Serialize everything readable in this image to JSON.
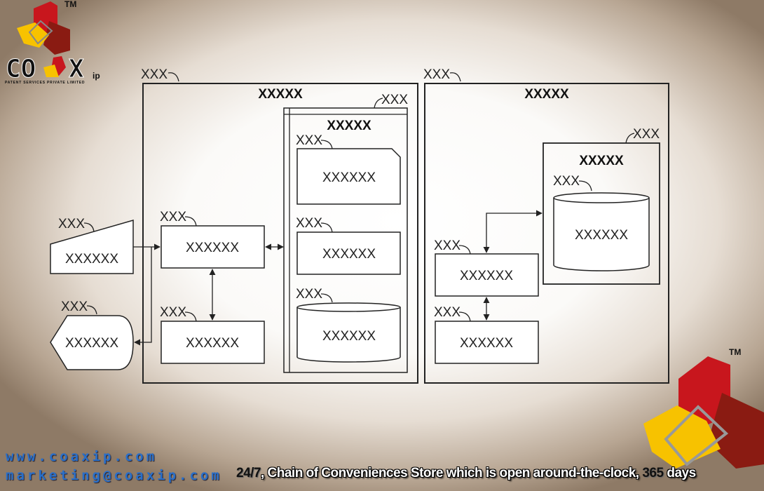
{
  "brand": {
    "logo_text": "COAXip",
    "tagline": "PATENT SERVICES PRIVATE LIMITED",
    "tm": "TM",
    "website": "www.coaxip.com",
    "email": "marketing@coaxip.com",
    "caption": {
      "part1": "24/7",
      "part2": ", Chain of  Conveniences Store which is open around-the-clock, ",
      "part3": "365",
      "part4": " days"
    },
    "colors": {
      "red": "#c8161d",
      "yellow": "#f7c200",
      "darkred": "#8a1b12",
      "link": "#2a6fc9"
    }
  },
  "diagram": {
    "left_system": {
      "ref": "XXX",
      "title": "XXXXX",
      "panel": {
        "ref": "XXX",
        "title": "XXXXX",
        "items": [
          {
            "ref": "XXX",
            "label": "XXXXXX",
            "shape": "document"
          },
          {
            "ref": "XXX",
            "label": "XXXXXX",
            "shape": "box"
          },
          {
            "ref": "XXX",
            "label": "XXXXXX",
            "shape": "cylinder"
          }
        ]
      },
      "box_top": {
        "ref": "XXX",
        "label": "XXXXXX"
      },
      "box_bottom": {
        "ref": "XXX",
        "label": "XXXXXX"
      }
    },
    "input": {
      "ref": "XXX",
      "label": "XXXXXX"
    },
    "display": {
      "ref": "XXX",
      "label": "XXXXXX"
    },
    "right_system": {
      "ref": "XXX",
      "title": "XXXXX",
      "inner": {
        "ref": "XXX",
        "title": "XXXXX",
        "db": {
          "ref": "XXX",
          "label": "XXXXXX"
        }
      },
      "box_top": {
        "ref": "XXX",
        "label": "XXXXXX"
      },
      "box_bottom": {
        "ref": "XXX",
        "label": "XXXXXX"
      }
    }
  }
}
